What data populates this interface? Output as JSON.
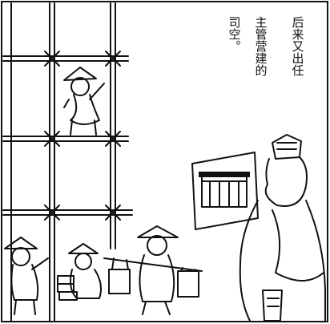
{
  "caption": {
    "lines": [
      "后来又出任",
      "主管营建的",
      "司空。"
    ]
  },
  "colors": {
    "ink": "#111111",
    "paper": "#ffffff"
  }
}
